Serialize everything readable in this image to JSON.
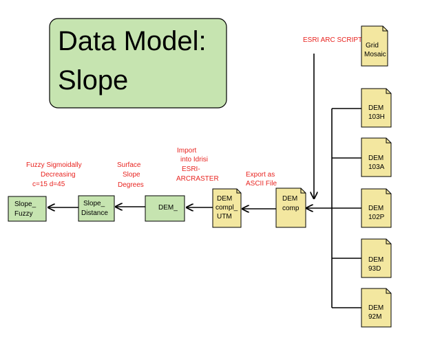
{
  "title": {
    "line1": "Data Model:",
    "line2": "Slope"
  },
  "colors": {
    "box_fill": "#c6e4b0",
    "file_fill": "#f3e7a0",
    "annotation": "#e8231f",
    "line": "#000000"
  },
  "header_note": "ESRI ARC SCRIPTS",
  "grid_mosaic": {
    "line1": "Grid",
    "line2": "Mosaic"
  },
  "source_files": [
    {
      "line1": "DEM",
      "line2": "103H"
    },
    {
      "line1": "DEM",
      "line2": "103A"
    },
    {
      "line1": "DEM",
      "line2": "102P"
    },
    {
      "line1": "DEM",
      "line2": "93D"
    },
    {
      "line1": "DEM",
      "line2": "92M"
    }
  ],
  "dem_comp": {
    "line1": "DEM",
    "line2": "comp"
  },
  "dem_utm": {
    "line1": "DEM",
    "line2": "compl_",
    "line3": "UTM"
  },
  "dem_box": {
    "label": "DEM_"
  },
  "slope_distance": {
    "line1": "Slope_",
    "line2": "Distance"
  },
  "slope_fuzzy": {
    "line1": "Slope_",
    "line2": "Fuzzy"
  },
  "annotations": {
    "export": {
      "line1": "Export as",
      "line2": "ASCII File"
    },
    "import": {
      "line1": "Import",
      "line2": "into Idrisi",
      "line3": "ESRI-",
      "line4": "ARCRASTER"
    },
    "surface": {
      "line1": "Surface",
      "line2": "Slope",
      "line3": "Degrees"
    },
    "fuzzy": {
      "line1": "Fuzzy Sigmoidally",
      "line2": "Decreasing",
      "line3": "c=15  d=45"
    }
  }
}
